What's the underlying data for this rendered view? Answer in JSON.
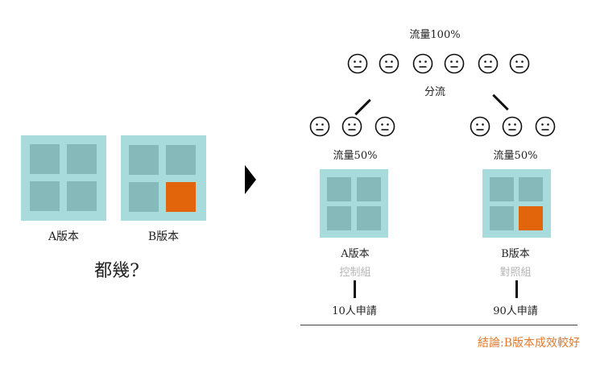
{
  "left": {
    "version_a_label": "A版本",
    "version_b_label": "B版本",
    "question": "都幾?"
  },
  "right": {
    "traffic_total": "流量100%",
    "split_label": "分流",
    "group_a": {
      "traffic": "流量50%",
      "version": "A版本",
      "role": "控制組",
      "result": "10人申請"
    },
    "group_b": {
      "traffic": "流量50%",
      "version": "B版本",
      "role": "對照組",
      "result": "90人申請"
    },
    "conclusion": "結論:B版本成效較好"
  },
  "icons": {
    "user_face": "neutral-face-icon",
    "arrow": "triangle-right-icon"
  },
  "colors": {
    "mock_bg": "#a8dcdc",
    "mock_cell": "#86baba",
    "highlight": "#e2650b",
    "conclusion": "#e07a2f",
    "muted_text": "#b5b5b5"
  }
}
